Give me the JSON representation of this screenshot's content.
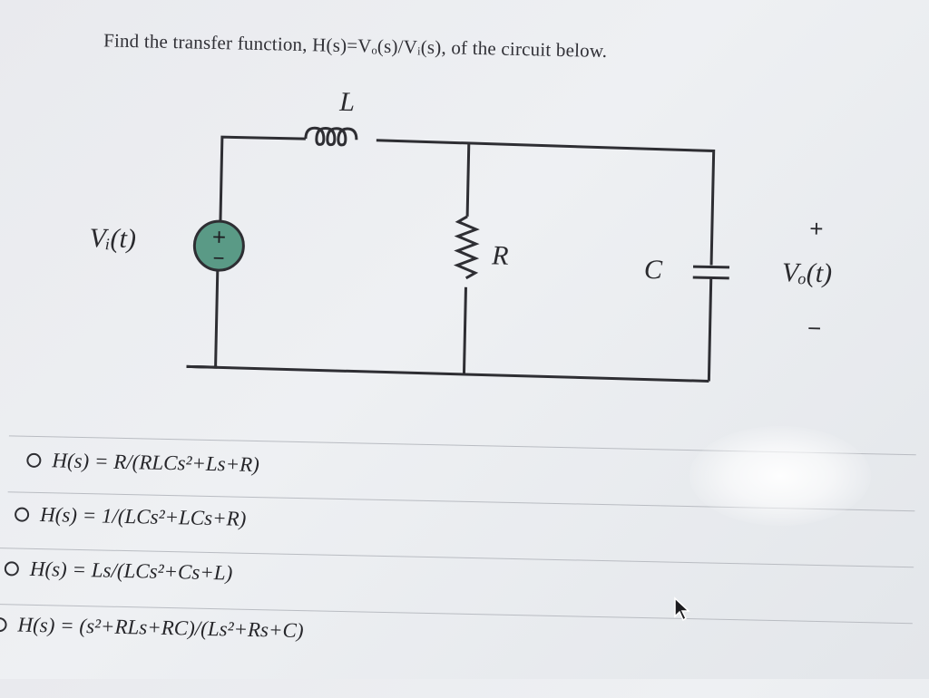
{
  "question": {
    "text": "Find the transfer function, H(s)=Vₒ(s)/Vᵢ(s), of the circuit below."
  },
  "circuit": {
    "inductor_label": "L",
    "resistor_label": "R",
    "capacitor_label": "C",
    "source_label": "Vᵢ(t)",
    "source_plus": "+",
    "source_minus": "−",
    "output_plus": "+",
    "output_label": "Vₒ(t)",
    "output_minus": "−"
  },
  "options": [
    {
      "text": "H(s) = R/(RLCs²+Ls+R)"
    },
    {
      "text": "H(s) = 1/(LCs²+LCs+R)"
    },
    {
      "text": "H(s) = Ls/(LCs²+Cs+L)"
    },
    {
      "text": "H(s) = (s²+RLs+RC)/(Ls²+Rs+C)"
    }
  ],
  "colors": {
    "source_fill": "#5a9a86",
    "wire": "#2e2e33"
  }
}
